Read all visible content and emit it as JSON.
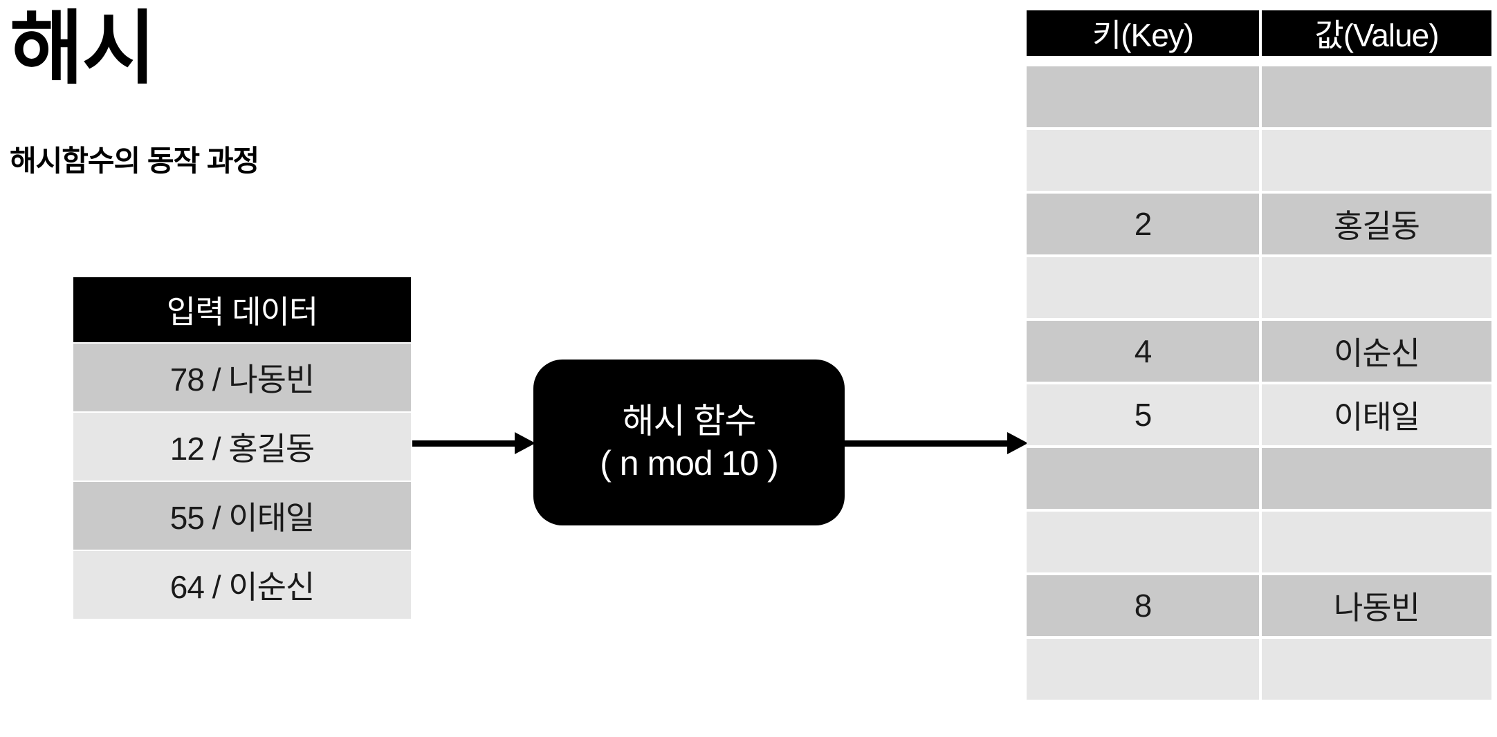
{
  "slide": {
    "title": "해시",
    "subtitle": "해시함수의 동작 과정"
  },
  "input_table": {
    "header": "입력 데이터",
    "rows": [
      {
        "text": "78 / 나동빈"
      },
      {
        "text": "12 / 홍길동"
      },
      {
        "text": "55 / 이태일"
      },
      {
        "text": "64 / 이순신"
      }
    ]
  },
  "hash_function": {
    "name": "해시 함수",
    "formula": "( n mod 10 )"
  },
  "hash_table": {
    "headers": {
      "key": "키(Key)",
      "value": "값(Value)"
    },
    "rows": [
      {
        "key": "",
        "value": ""
      },
      {
        "key": "",
        "value": ""
      },
      {
        "key": "2",
        "value": "홍길동"
      },
      {
        "key": "",
        "value": ""
      },
      {
        "key": "4",
        "value": "이순신"
      },
      {
        "key": "5",
        "value": "이태일"
      },
      {
        "key": "",
        "value": ""
      },
      {
        "key": "",
        "value": ""
      },
      {
        "key": "8",
        "value": "나동빈"
      },
      {
        "key": "",
        "value": ""
      }
    ]
  },
  "arrows": {
    "input_to_hash": "arrow-right-icon",
    "hash_to_table": "arrow-right-icon"
  },
  "colors": {
    "header_bg": "#000000",
    "header_fg": "#ffffff",
    "row_dark": "#c9c9c9",
    "row_light": "#e6e6e6",
    "text": "#1a1a1a",
    "page_bg": "#ffffff"
  }
}
